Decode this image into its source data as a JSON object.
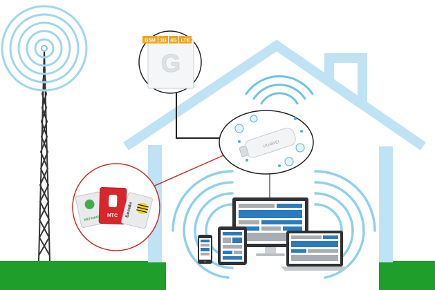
{
  "colors": {
    "house": "#bfe3f4",
    "house_stroke": "#a9d8ef",
    "wave": "#78c9ea",
    "ground": "#1f9e2b",
    "tower": "#333333",
    "dark_line": "#222222",
    "red_line": "#c4302b",
    "badge": "#f2a51a",
    "monitor_frame": "#2f3135",
    "screen_blue": "#2a7bbf",
    "screen_gray": "#a8adb3",
    "modem": "#f3f4f6",
    "sim_yellow": "#f4d21a",
    "sim_red": "#d8262b"
  },
  "antenna": {
    "logo_letter": "G",
    "badges": [
      "GSM",
      "3G",
      "4G",
      "LTE"
    ]
  },
  "modem": {
    "brand": "HUAWEI",
    "icons": [
      "laptop-icon",
      "phone-icon",
      "tablet-icon",
      "wifi-icon"
    ]
  },
  "sim_cards": [
    {
      "label": "МЕГАФОН",
      "color": "#e9eaec"
    },
    {
      "label": "МТС",
      "color": "#d8262b"
    },
    {
      "label": "Билайн",
      "color": "#e9eaec"
    }
  ],
  "devices": [
    "phone",
    "tablet",
    "desktop-monitor",
    "laptop"
  ]
}
